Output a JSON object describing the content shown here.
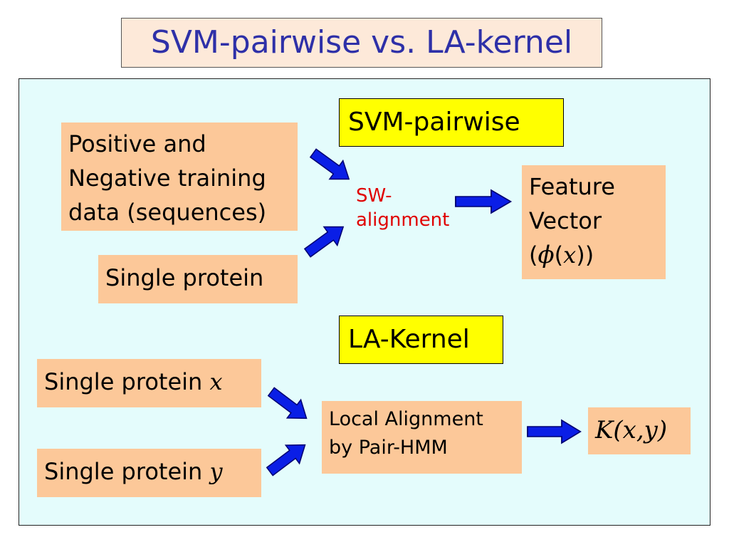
{
  "title": "SVM-pairwise vs. LA-kernel",
  "colors": {
    "title_text": "#2e30a8",
    "panel": "#e4fcfc",
    "box": "#fcc899",
    "header_box": "#ffff00",
    "arrow": "#0a1ee6",
    "sw_text": "#e00000"
  },
  "svm_section": {
    "header": "SVM-pairwise",
    "training_box": [
      "Positive and",
      "Negative training",
      "data (sequences)"
    ],
    "single_protein": "Single protein",
    "sw_label": [
      "SW-",
      "alignment"
    ],
    "feature_box": {
      "line1": "Feature",
      "line2": "Vector",
      "phi": "ϕ",
      "x": "x"
    }
  },
  "la_section": {
    "header": "LA-Kernel",
    "protein_x": {
      "label": "Single protein",
      "var": "x"
    },
    "protein_y": {
      "label": "Single protein",
      "var": "y"
    },
    "local_alignment": [
      "Local Alignment",
      "by Pair-HMM"
    ],
    "kernel": "K(x,y)"
  },
  "icons": [
    "arrow-icon"
  ]
}
